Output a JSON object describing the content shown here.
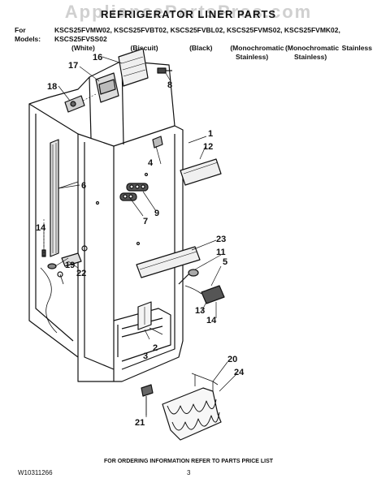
{
  "watermark": "AppliancePartsPros.com",
  "title": "REFRIGERATOR LINER PARTS",
  "models": {
    "prefix": "For Models:",
    "list": "KSCS25FVMW02, KSCS25FVBT02, KSCS25FVBL02, KSCS25FVMS02, KSCS25FVMK02, KSCS25FVSS02",
    "variants": [
      "(White)",
      "(Biscuit)",
      "(Black)",
      "(Monochromatic",
      "(Monochromatic",
      "Stainless"
    ],
    "variants_line2": [
      "Stainless)",
      "Stainless)"
    ]
  },
  "callouts": [
    {
      "id": "c1",
      "label": "1"
    },
    {
      "id": "c2",
      "label": "2"
    },
    {
      "id": "c3",
      "label": "3"
    },
    {
      "id": "c4",
      "label": "4"
    },
    {
      "id": "c5",
      "label": "5"
    },
    {
      "id": "c6",
      "label": "6"
    },
    {
      "id": "c7",
      "label": "7"
    },
    {
      "id": "c8",
      "label": "8"
    },
    {
      "id": "c9",
      "label": "9"
    },
    {
      "id": "c11",
      "label": "11"
    },
    {
      "id": "c12",
      "label": "12"
    },
    {
      "id": "c13",
      "label": "13"
    },
    {
      "id": "c14a",
      "label": "14"
    },
    {
      "id": "c14b",
      "label": "14"
    },
    {
      "id": "c16",
      "label": "16"
    },
    {
      "id": "c17",
      "label": "17"
    },
    {
      "id": "c18",
      "label": "18"
    },
    {
      "id": "c19",
      "label": "19"
    },
    {
      "id": "c20",
      "label": "20"
    },
    {
      "id": "c21",
      "label": "21"
    },
    {
      "id": "c22",
      "label": "22"
    },
    {
      "id": "c23",
      "label": "23"
    },
    {
      "id": "c24",
      "label": "24"
    }
  ],
  "footer": {
    "note": "FOR ORDERING INFORMATION REFER TO PARTS PRICE LIST",
    "doc_number": "W10311266",
    "page": "3"
  }
}
